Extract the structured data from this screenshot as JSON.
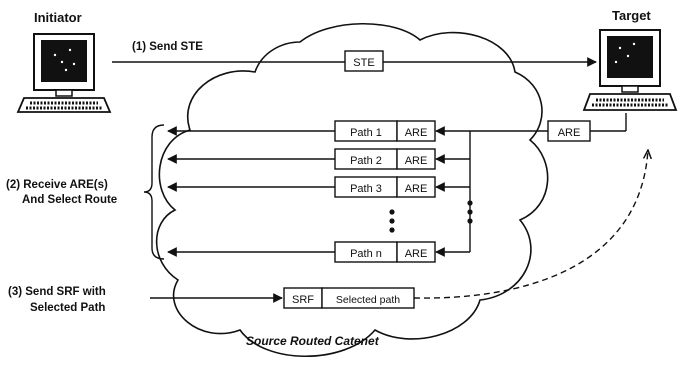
{
  "nodes": {
    "initiator_label": "Initiator",
    "target_label": "Target"
  },
  "steps": {
    "step1": "(1) Send STE",
    "step2_line1": "(2) Receive ARE(s)",
    "step2_line2": "And Select Route",
    "step3_line1": "(3) Send SRF with",
    "step3_line2": "Selected Path"
  },
  "frames": {
    "ste": "STE",
    "are": "ARE",
    "srf": "SRF",
    "selected_path": "Selected path"
  },
  "paths": [
    {
      "label": "Path 1",
      "frame": "ARE"
    },
    {
      "label": "Path 2",
      "frame": "ARE"
    },
    {
      "label": "Path 3",
      "frame": "ARE"
    },
    {
      "label": "Path n",
      "frame": "ARE"
    }
  ],
  "network": {
    "cloud_label": "Source Routed Catenet"
  },
  "icons": [
    "computer-icon-initiator",
    "computer-icon-target"
  ]
}
